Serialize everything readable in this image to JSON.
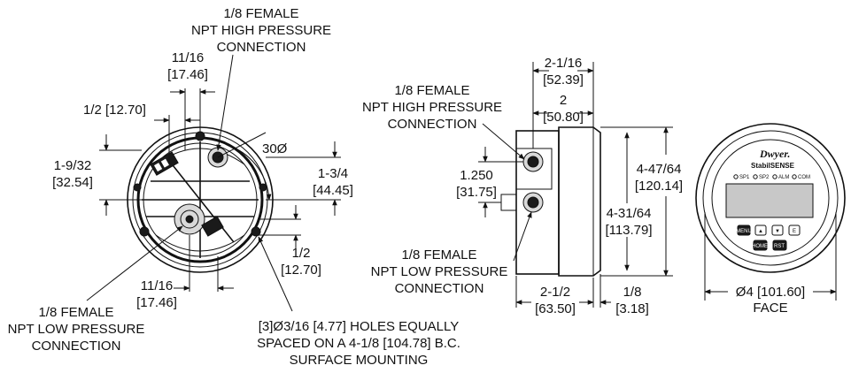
{
  "colors": {
    "line": "#111111",
    "background": "#ffffff",
    "screen": "#c8c8c8"
  },
  "back_view": {
    "high_conn": [
      "1/8 FEMALE",
      "NPT HIGH PRESSURE",
      "CONNECTION"
    ],
    "dim_11_16_top": [
      "11/16",
      "[17.46]"
    ],
    "dim_1_2_left": "1/2 [12.70]",
    "dim_1_9_32": [
      "1-9/32",
      "[32.54]"
    ],
    "angle": "30Ø",
    "dim_1_3_4": [
      "1-3/4",
      "[44.45]"
    ],
    "dim_1_2_right": [
      "1/2",
      "[12.70]"
    ],
    "dim_11_16_bottom": [
      "11/16",
      "[17.46]"
    ],
    "low_conn": [
      "1/8 FEMALE",
      "NPT LOW PRESSURE",
      "CONNECTION"
    ],
    "holes_note": [
      "[3]Ø3/16 [4.77] HOLES EQUALLY",
      "SPACED ON A 4-1/8 [104.78] B.C.",
      "SURFACE MOUNTING"
    ]
  },
  "side_view": {
    "high_conn": [
      "1/8 FEMALE",
      "NPT HIGH PRESSURE",
      "CONNECTION"
    ],
    "dim_2_1_16": [
      "2-1/16",
      "[52.39]"
    ],
    "dim_2": [
      "2",
      "[50.80]"
    ],
    "dim_1_250": [
      "1.250",
      "[31.75]"
    ],
    "dim_4_47_64": [
      "4-47/64",
      "[120.14]"
    ],
    "dim_4_31_64": [
      "4-31/64",
      "[113.79]"
    ],
    "low_conn": [
      "1/8 FEMALE",
      "NPT LOW PRESSURE",
      "CONNECTION"
    ],
    "dim_2_1_2": [
      "2-1/2",
      "[63.50]"
    ],
    "dim_1_8": [
      "1/8",
      "[3.18]"
    ]
  },
  "front_view": {
    "brand": "Dwyer.",
    "product": "StabilSENSE",
    "indicators": [
      "SP1",
      "SP2",
      "ALM",
      "COM"
    ],
    "buttons": [
      "MENU",
      "▲",
      "▼",
      "E"
    ],
    "buttons_row2": [
      "HOME",
      "RST"
    ],
    "dim_face": [
      "Ø4 [101.60]",
      "FACE"
    ]
  }
}
